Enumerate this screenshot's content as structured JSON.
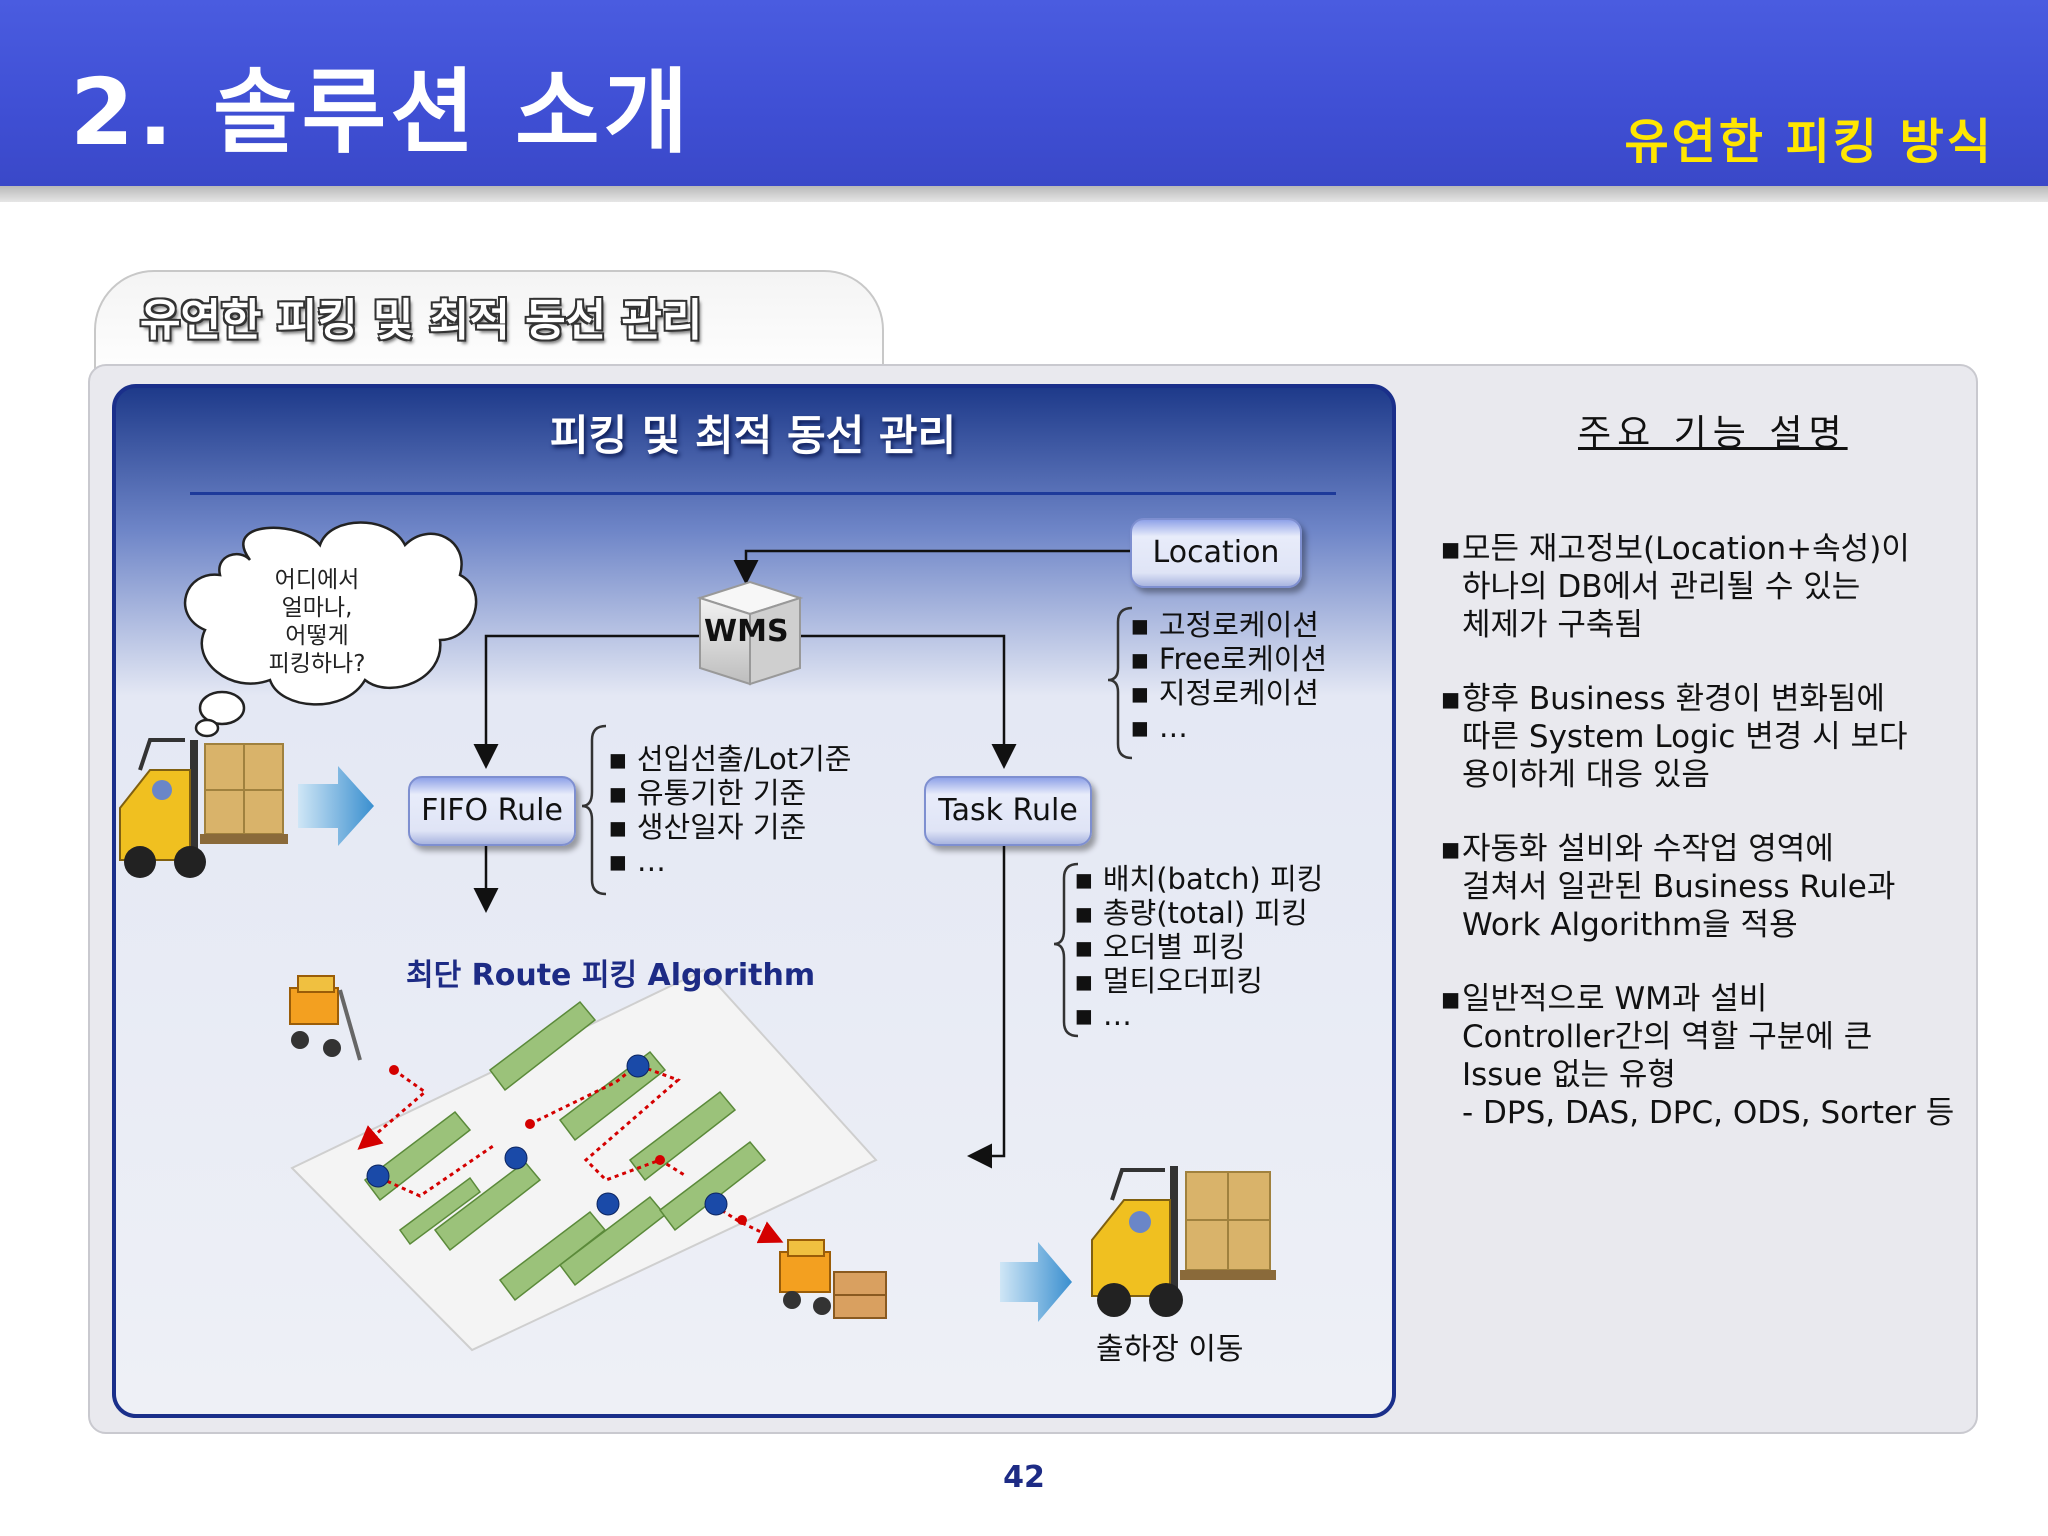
{
  "header": {
    "title": "2. 솔루션 소개",
    "subtitle": "유연한 피킹 방식"
  },
  "section_tab": {
    "label": "유연한 피킹 및 최적 동선 관리"
  },
  "diagram": {
    "title": "피킹 및 최적 동선 관리",
    "thought_bubble": [
      "어디에서",
      "얼마나,",
      "어떻게",
      "피킹하나?"
    ],
    "wms_label": "WMS",
    "location_label": "Location",
    "location_items": [
      "고정로케이션",
      "Free로케이션",
      "지정로케이션",
      "…"
    ],
    "fifo_label": "FIFO Rule",
    "fifo_items": [
      "선입선출/Lot기준",
      "유통기한 기준",
      "생산일자 기준",
      "…"
    ],
    "task_label": "Task Rule",
    "task_items": [
      "배치(batch) 피킹",
      "총량(total) 피킹",
      "오더별 피킹",
      "멀티오더피킹",
      "…"
    ],
    "algorithm_title": "최단 Route 피킹 Algorithm",
    "shipping_label": "출하장 이동"
  },
  "description": {
    "heading": "주요 기능 설명",
    "items": [
      [
        "모든 재고정보(Location+속성)이",
        "하나의 DB에서 관리될 수 있는",
        "체제가 구축됨"
      ],
      [
        "향후 Business 환경이 변화됨에",
        "따른 System Logic 변경 시 보다",
        "용이하게 대응 있음"
      ],
      [
        "자동화 설비와 수작업 영역에",
        "걸쳐서 일관된 Business Rule과",
        "Work Algorithm을 적용"
      ],
      [
        "일반적으로 WM과 설비",
        "Controller간의 역할 구분에 큰",
        "Issue 없는 유형",
        "- DPS, DAS, DPC, ODS, Sorter 등"
      ]
    ]
  },
  "page_number": "42",
  "colors": {
    "header_blue": "#4a5ce0",
    "subtitle_yellow": "#ffe600",
    "panel_navy": "#1a2f8a",
    "route_red": "#d40000"
  }
}
